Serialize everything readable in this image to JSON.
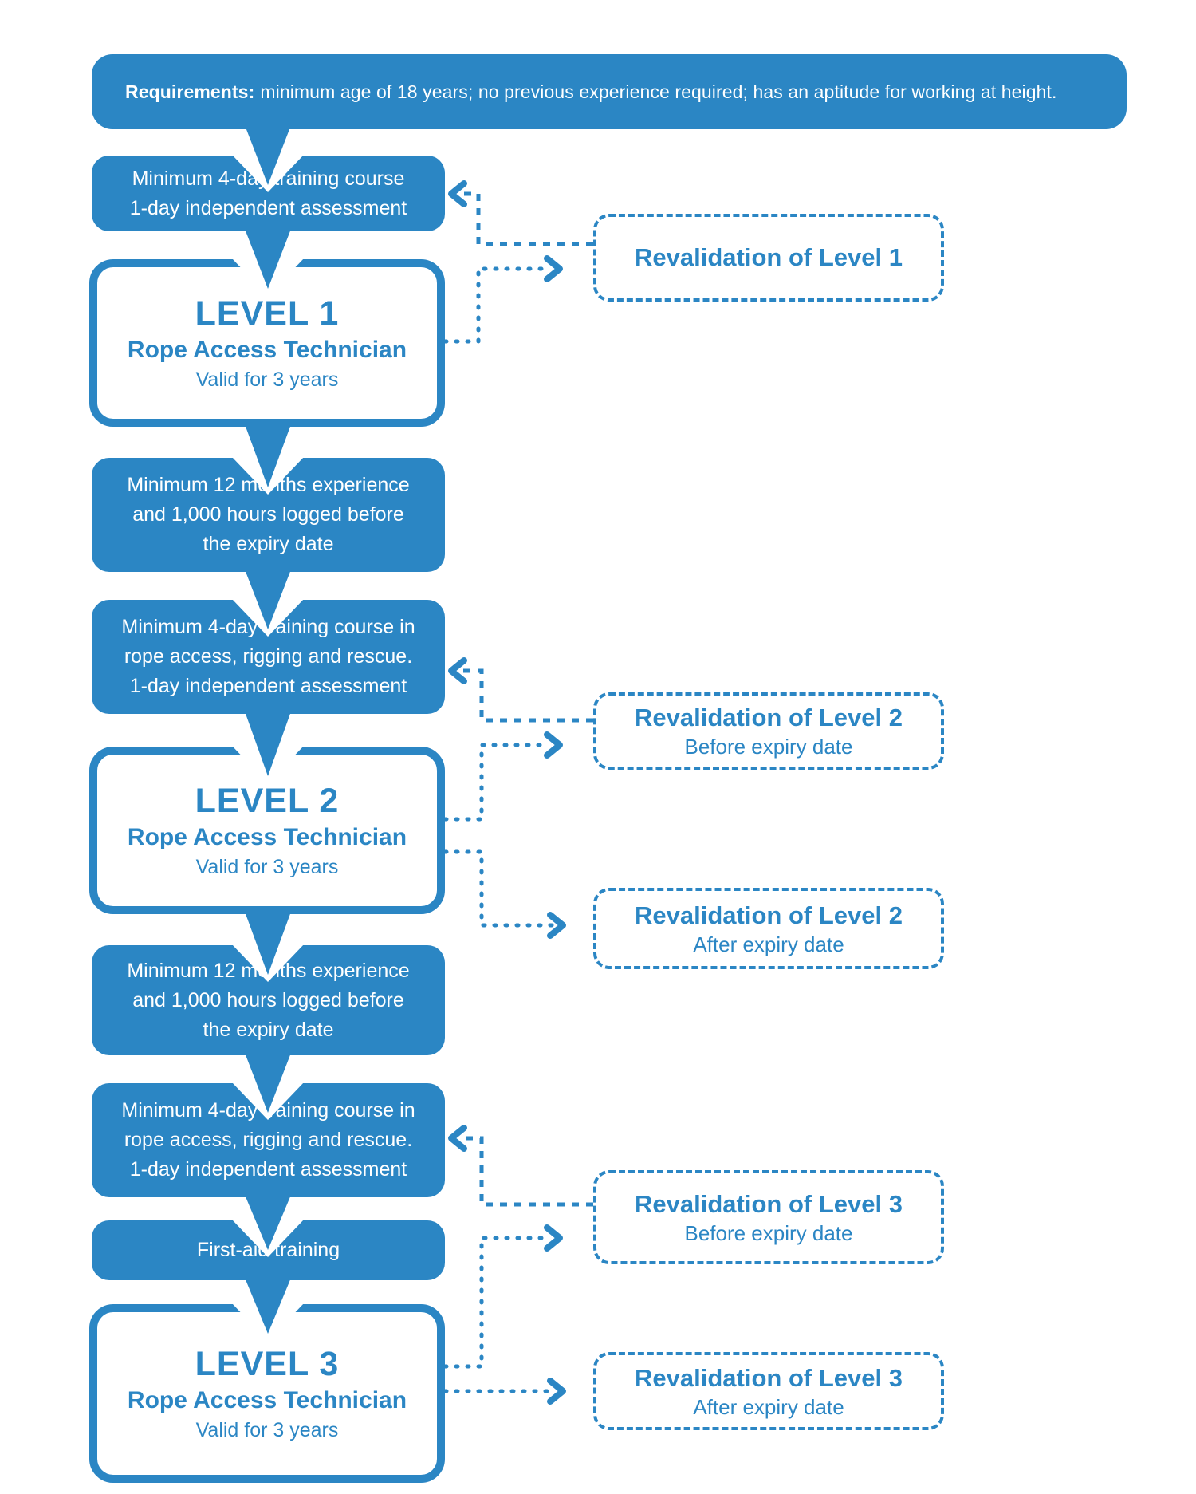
{
  "colors": {
    "accent": "#2b86c4",
    "background": "#ffffff",
    "text_on_accent": "#ffffff"
  },
  "banner": {
    "bold": "Requirements:",
    "text": "minimum age of 18 years; no previous experience required; has an aptitude for working at height."
  },
  "flow": [
    {
      "id": "training1",
      "type": "solid",
      "lines": [
        "Minimum 4-day training course",
        "1-day independent assessment"
      ]
    },
    {
      "id": "level1",
      "type": "outline",
      "title": "LEVEL 1",
      "subtitle": "Rope Access Technician",
      "note": "Valid for 3 years"
    },
    {
      "id": "experience1",
      "type": "solid",
      "lines": [
        "Minimum 12 months experience",
        "and 1,000 hours logged before",
        "the expiry date"
      ]
    },
    {
      "id": "training2",
      "type": "solid",
      "lines": [
        "Minimum 4-day training course in",
        "rope access, rigging and rescue.",
        "1-day independent assessment"
      ]
    },
    {
      "id": "level2",
      "type": "outline",
      "title": "LEVEL 2",
      "subtitle": "Rope Access Technician",
      "note": "Valid for 3 years"
    },
    {
      "id": "experience2",
      "type": "solid",
      "lines": [
        "Minimum 12 months experience",
        "and 1,000 hours logged before",
        "the expiry date"
      ]
    },
    {
      "id": "training3",
      "type": "solid",
      "lines": [
        "Minimum 4-day training course in",
        "rope access, rigging and rescue.",
        "1-day independent assessment"
      ]
    },
    {
      "id": "firstaid",
      "type": "solid",
      "lines": [
        "First-aid training"
      ]
    },
    {
      "id": "level3",
      "type": "outline",
      "title": "LEVEL 3",
      "subtitle": "Rope Access Technician",
      "note": "Valid for 3 years"
    }
  ],
  "revalidations": [
    {
      "id": "reval1",
      "title": "Revalidation of Level 1",
      "subtitle": ""
    },
    {
      "id": "reval2b",
      "title": "Revalidation of Level 2",
      "subtitle": "Before expiry date"
    },
    {
      "id": "reval2a",
      "title": "Revalidation of Level 2",
      "subtitle": "After expiry date"
    },
    {
      "id": "reval3b",
      "title": "Revalidation of Level 3",
      "subtitle": "Before expiry date"
    },
    {
      "id": "reval3a",
      "title": "Revalidation of Level 3",
      "subtitle": "After expiry date"
    }
  ]
}
